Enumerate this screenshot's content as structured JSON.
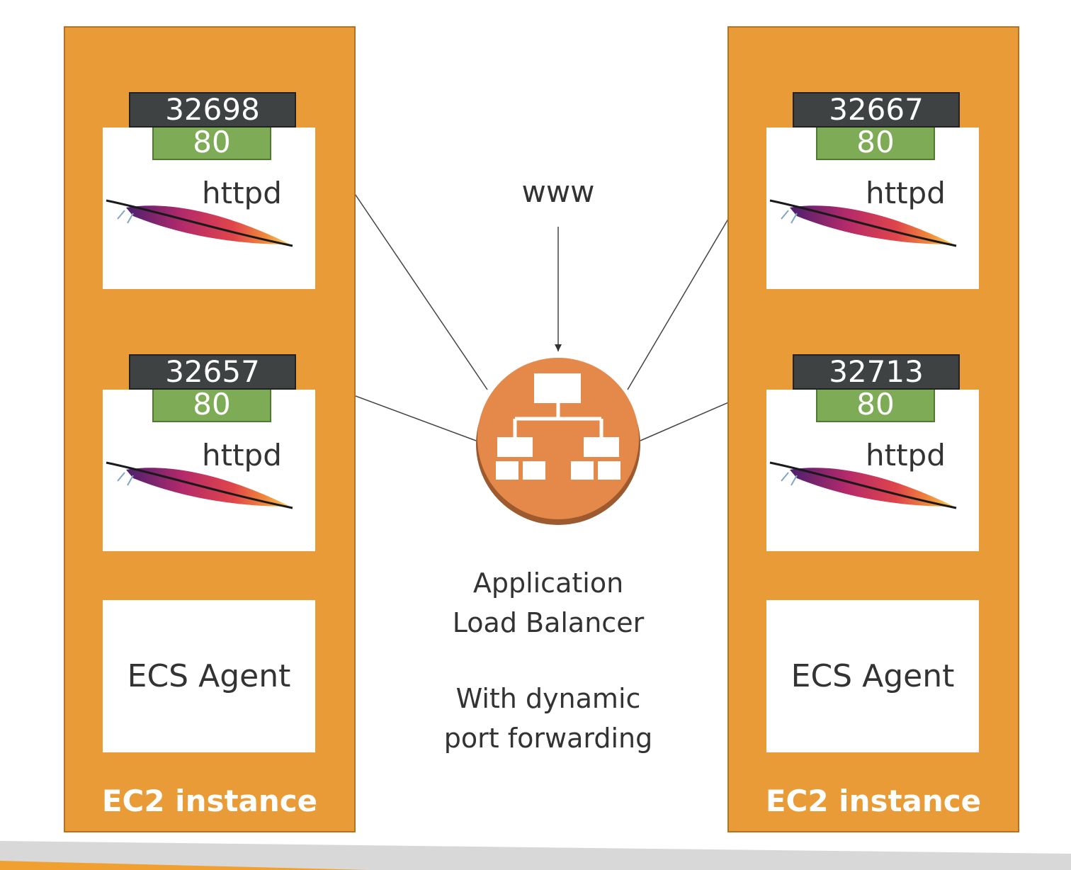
{
  "www_label": "www",
  "alb": {
    "title_line1": "Application",
    "title_line2": "Load Balancer",
    "note_line1": "With dynamic",
    "note_line2": "port forwarding"
  },
  "instances": [
    {
      "label": "EC2 instance",
      "agent": "ECS Agent",
      "containers": [
        {
          "host_port": "32698",
          "container_port": "80",
          "name": "httpd"
        },
        {
          "host_port": "32657",
          "container_port": "80",
          "name": "httpd"
        }
      ]
    },
    {
      "label": "EC2 instance",
      "agent": "ECS Agent",
      "containers": [
        {
          "host_port": "32667",
          "container_port": "80",
          "name": "httpd"
        },
        {
          "host_port": "32713",
          "container_port": "80",
          "name": "httpd"
        }
      ]
    }
  ],
  "colors": {
    "ec2_fill": "#e99b38",
    "host_port_fill": "#3e4243",
    "container_port_fill": "#7eac56",
    "alb_fill": "#e5894a"
  }
}
